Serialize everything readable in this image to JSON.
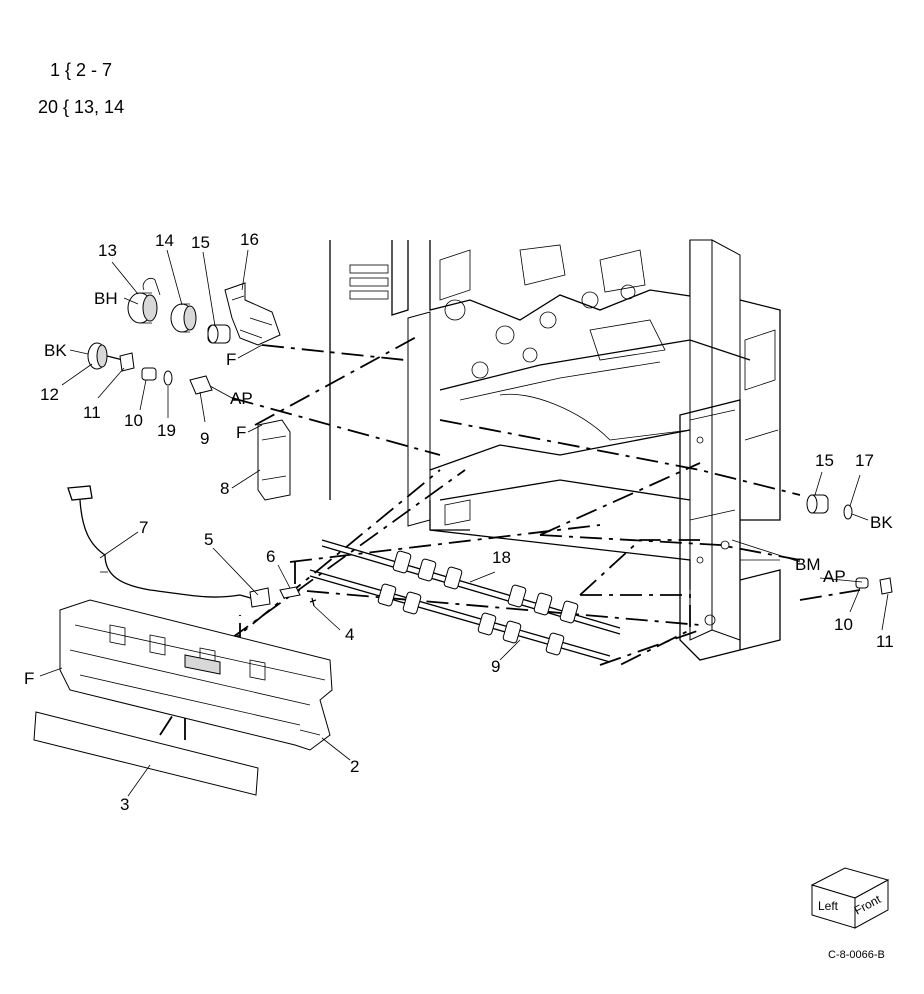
{
  "legend": [
    {
      "text": "1 { 2 - 7"
    },
    {
      "text": "20 { 13, 14"
    }
  ],
  "callouts": {
    "c13": "13",
    "c14": "14",
    "c15a": "15",
    "c16": "16",
    "bh": "BH",
    "bk_left": "BK",
    "f_top": "F",
    "c12": "12",
    "c11a": "11",
    "c10a": "10",
    "c19": "19",
    "c9a": "9",
    "ap_left": "AP",
    "f_mid": "F",
    "c8": "8",
    "c7": "7",
    "c5": "5",
    "c6": "6",
    "c4": "4",
    "f_left": "F",
    "c2": "2",
    "c3": "3",
    "c18": "18",
    "c9b": "9",
    "c15b": "15",
    "c17": "17",
    "bk_right": "BK",
    "bm": "BM",
    "ap_right": "AP",
    "c10b": "10",
    "c11b": "11"
  },
  "orientation_cube": {
    "left": "Left",
    "front": "Front"
  },
  "figure_id": "C-8-0066-B"
}
